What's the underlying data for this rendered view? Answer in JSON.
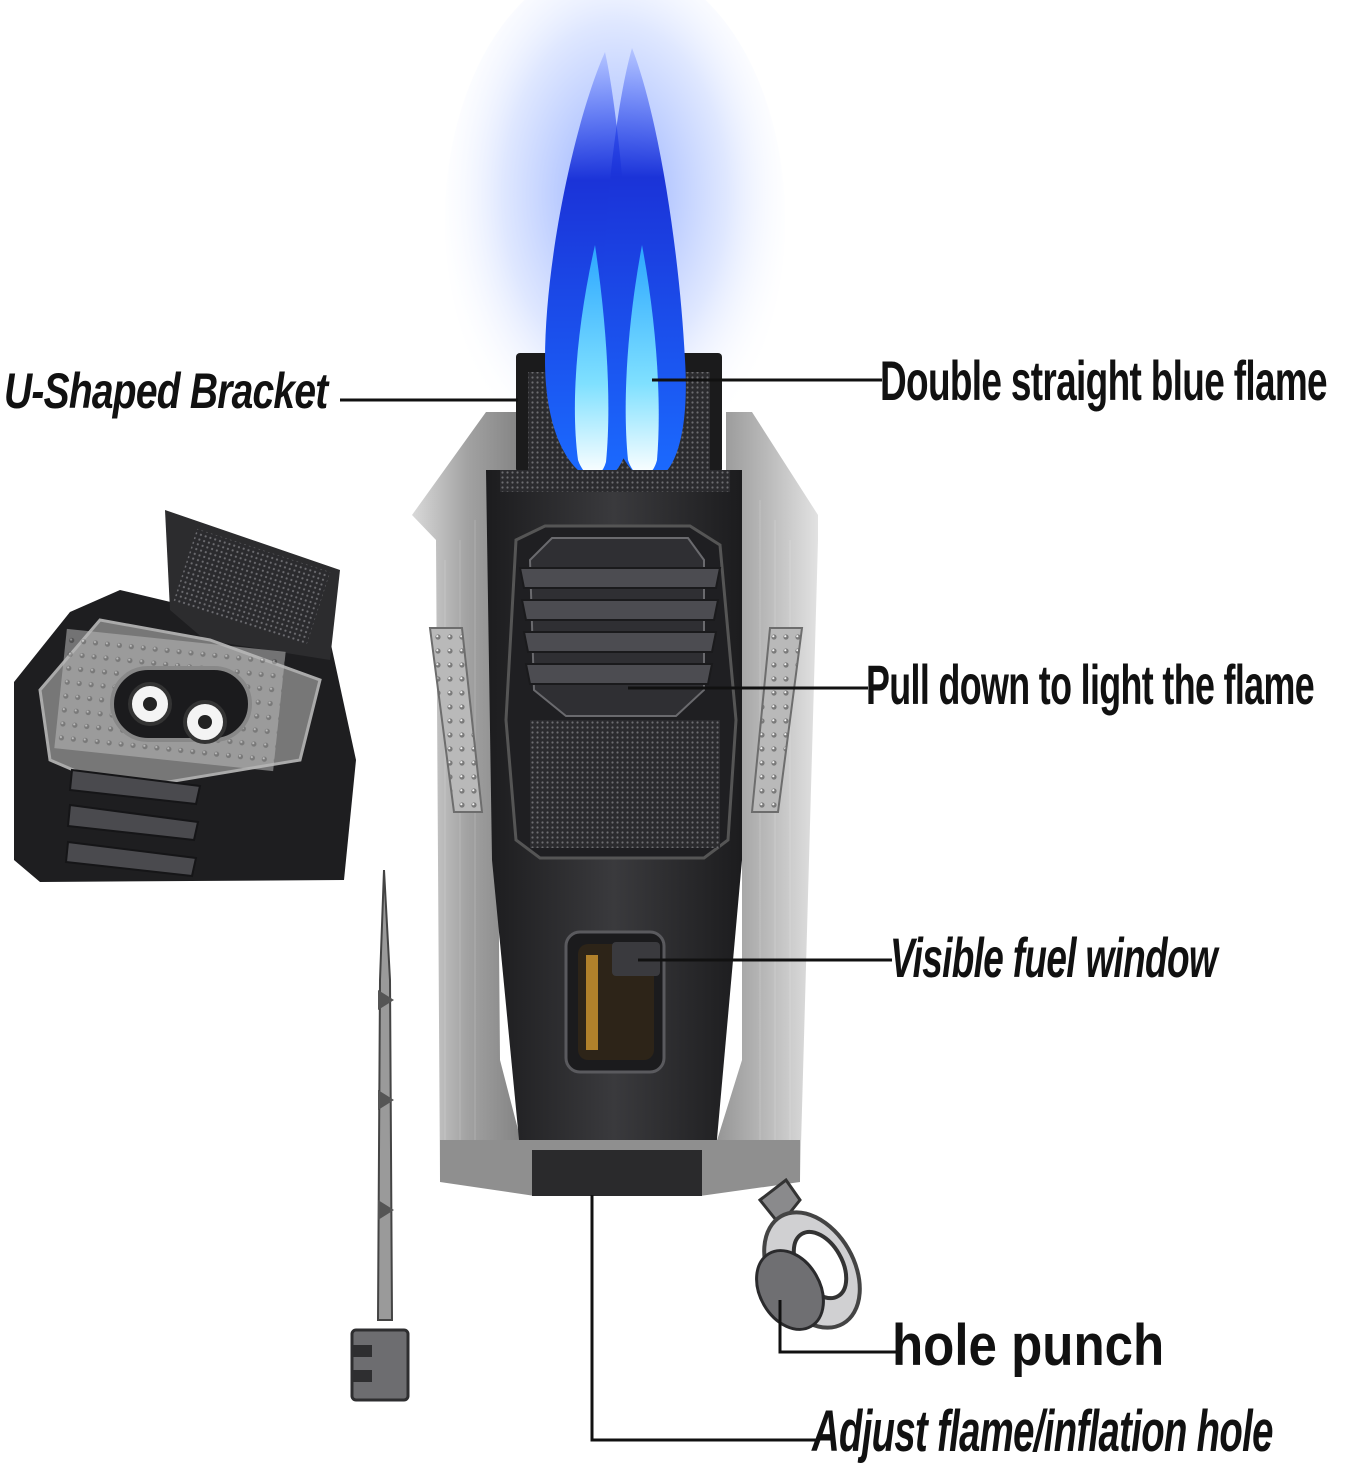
{
  "callouts": {
    "u_shaped_bracket": "U-Shaped Bracket",
    "double_flame": "Double straight blue flame",
    "pull_down": "Pull down to light the flame",
    "fuel_window": "Visible fuel window",
    "hole_punch": "hole punch",
    "adjust_flame": "Adjust flame/inflation hole"
  },
  "colors": {
    "flame_outer": "#1f3fd6",
    "flame_inner": "#7fe0ff",
    "body_silver": "#a9a9a9",
    "body_dark": "#2c2c2e",
    "background": "#ffffff"
  }
}
